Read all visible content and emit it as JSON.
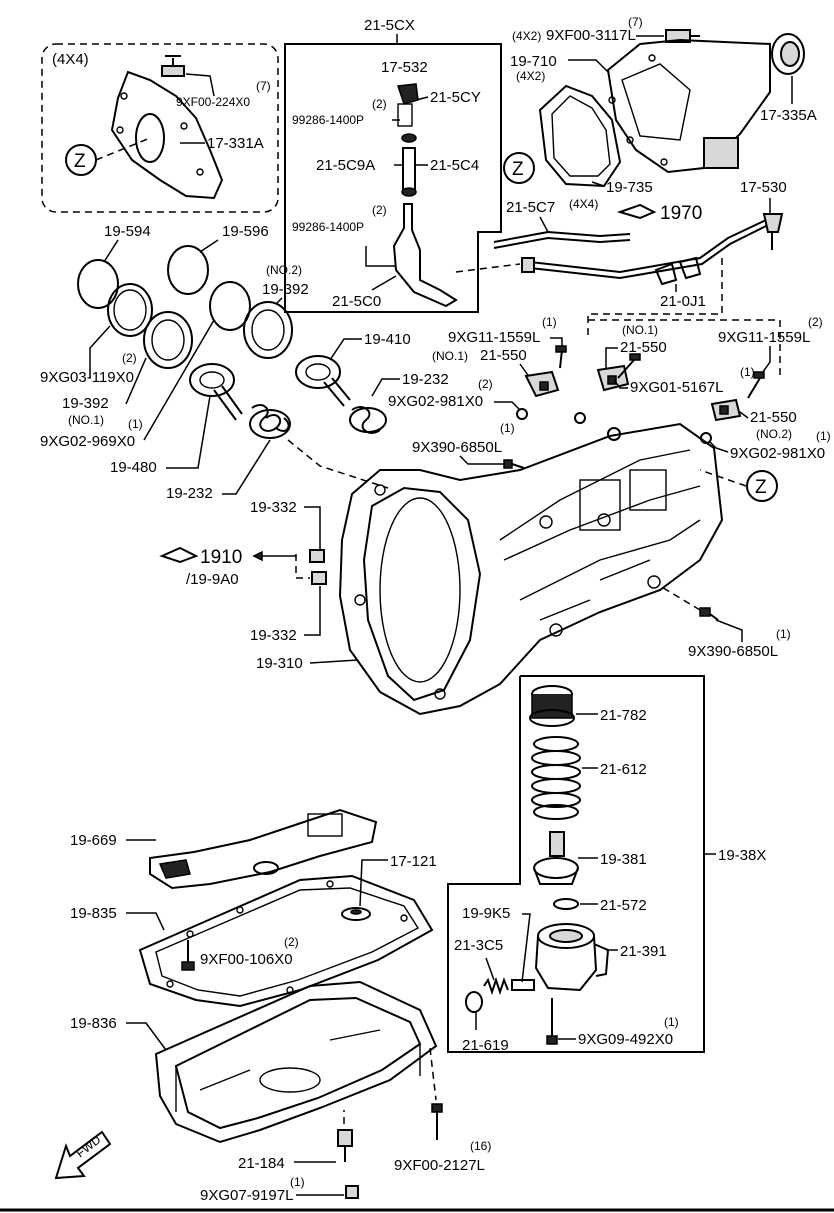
{
  "groups": {
    "box_4x4_label": "(4X4)",
    "box_21_5cx": "21-5CX",
    "box_19_38x": "19-38X"
  },
  "refs": {
    "ref_1970": "1970",
    "ref_1910": "1910",
    "ref_1910_sub": "/19-9A0"
  },
  "labels": {
    "p_9xf00_224x0": "9XF00-224X0",
    "q_9xf00_224x0": "(7)",
    "p_17_331a": "17-331A",
    "p_17_532": "17-532",
    "p_21_5cy": "21-5CY",
    "q_99286_a": "(2)",
    "p_99286_a": "99286-1400P",
    "p_21_5c9a": "21-5C9A",
    "p_21_5c4": "21-5C4",
    "q_99286_b": "(2)",
    "p_99286_b": "99286-1400P",
    "p_21_5c0": "21-5C0",
    "q_9xf00_3117l": "(7)",
    "pre_9xf00_3117l": "(4X2)",
    "p_9xf00_3117l": "9XF00-3117L",
    "p_19_710": "19-710",
    "pre_19_710": "(4X2)",
    "p_17_335a": "17-335A",
    "p_19_735": "19-735",
    "p_21_5c7": "21-5C7",
    "suf_21_5c7": "(4X4)",
    "p_17_530": "17-530",
    "p_21_0j1": "21-0J1",
    "p_19_594": "19-594",
    "p_19_596": "19-596",
    "q_19_392_a": "(NO.2)",
    "p_19_392_a": "19-392",
    "q_9xg03": "(2)",
    "p_9xg03": "9XG03-119X0",
    "p_19_392_b": "19-392",
    "q_19_392_b": "(NO.1)",
    "q_9xg02_969": "(1)",
    "p_9xg02_969": "9XG02-969X0",
    "p_19_480": "19-480",
    "p_19_232_a": "19-232",
    "p_19_410": "19-410",
    "p_19_232_b": "19-232",
    "q_9xg11_a": "(1)",
    "p_9xg11_a": "9XG11-1559L",
    "q_21_550_a": "(NO.1)",
    "p_21_550_a": "21-550",
    "q_9xg02_981_a": "(2)",
    "p_9xg02_981_a": "9XG02-981X0",
    "q_9x390_a": "(1)",
    "p_9x390_a": "9X390-6850L",
    "q_21_550_b": "(NO.1)",
    "p_21_550_b": "21-550",
    "q_9xg11_b": "(2)",
    "p_9xg11_b": "9XG11-1559L",
    "q_9xg01": "(1)",
    "p_9xg01": "9XG01-5167L",
    "p_21_550_c": "21-550",
    "q_21_550_c": "(NO.2)",
    "q_9xg02_981_b": "(1)",
    "p_9xg02_981_b": "9XG02-981X0",
    "p_19_332_a": "19-332",
    "p_19_332_b": "19-332",
    "p_19_310": "19-310",
    "q_9x390_b": "(1)",
    "p_9x390_b": "9X390-6850L",
    "p_21_782": "21-782",
    "p_21_612": "21-612",
    "p_19_381": "19-381",
    "p_21_572": "21-572",
    "p_19_9k5": "19-9K5",
    "p_21_3c5": "21-3C5",
    "p_21_391": "21-391",
    "p_21_619": "21-619",
    "q_9xg09": "(1)",
    "p_9xg09": "9XG09-492X0",
    "p_19_669": "19-669",
    "p_17_121": "17-121",
    "p_19_835": "19-835",
    "q_9xf00_106": "(2)",
    "p_9xf00_106": "9XF00-106X0",
    "p_19_836": "19-836",
    "p_21_184": "21-184",
    "q_9xf00_2127": "(16)",
    "p_9xf00_2127": "9XF00-2127L",
    "q_9xg07": "(1)",
    "p_9xg07": "9XG07-9197L",
    "fwd": "FWD",
    "z1": "Z",
    "z2": "Z",
    "z3": "Z"
  }
}
